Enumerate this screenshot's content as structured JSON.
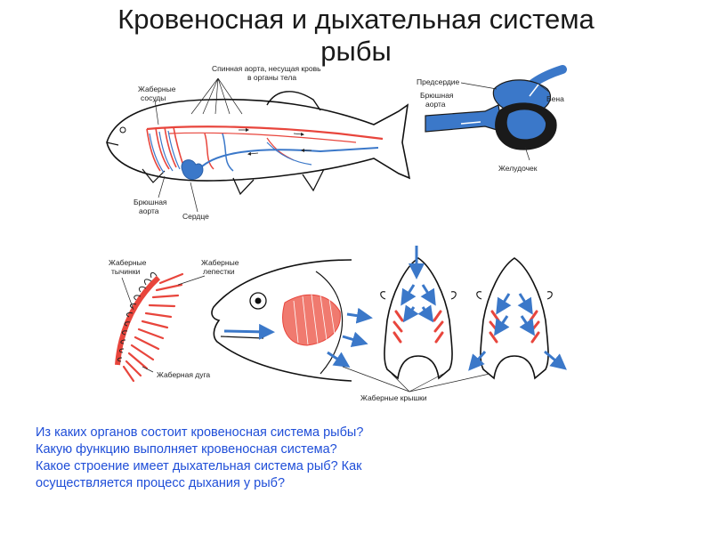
{
  "title": {
    "line1": "Кровеносная  и  дыхательная  система",
    "line2": "рыбы"
  },
  "circulatory_labels": {
    "gill_vessels_1": "Жаберные",
    "gill_vessels_2": "сосуды",
    "dorsal_aorta_1": "Спинная аорта, несущая кровь",
    "dorsal_aorta_2": "в органы тела",
    "ventral_aorta_1": "Брюшная",
    "ventral_aorta_2": "аорта",
    "heart": "Сердце"
  },
  "heart_labels": {
    "atrium": "Предсердие",
    "ventral_aorta_1": "Брюшная",
    "ventral_aorta_2": "аорта",
    "vein": "Вена",
    "ventricle": "Желудочек"
  },
  "respiratory_labels": {
    "gill_rakers_1": "Жаберные",
    "gill_rakers_2": "тычинки",
    "gill_filaments_1": "Жаберные",
    "gill_filaments_2": "лепестки",
    "gill_arch": "Жаберная дуга",
    "gill_covers": "Жаберные крышки"
  },
  "questions": [
    "Из каких органов состоит кровеносная система рыбы?",
    "Какую функцию выполняет кровеносная система?",
    "Какое строение имеет дыхательная система рыб? Как",
    "осуществляется процесс дыхания у рыб?"
  ],
  "colors": {
    "artery": "#e8453c",
    "vein": "#3b78c9",
    "text": "#1f4ed8"
  }
}
